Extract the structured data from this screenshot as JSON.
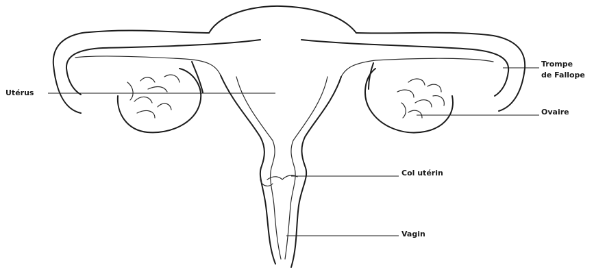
{
  "labels": {
    "uterus": "Utérus",
    "trompe_line1": "Trompe",
    "trompe_line2": "de Fallope",
    "ovaire": "Ovaire",
    "col": "Col utérin",
    "vagin": "Vagin"
  },
  "colors": {
    "ink": "#1c1c1c",
    "background": "#ffffff"
  }
}
